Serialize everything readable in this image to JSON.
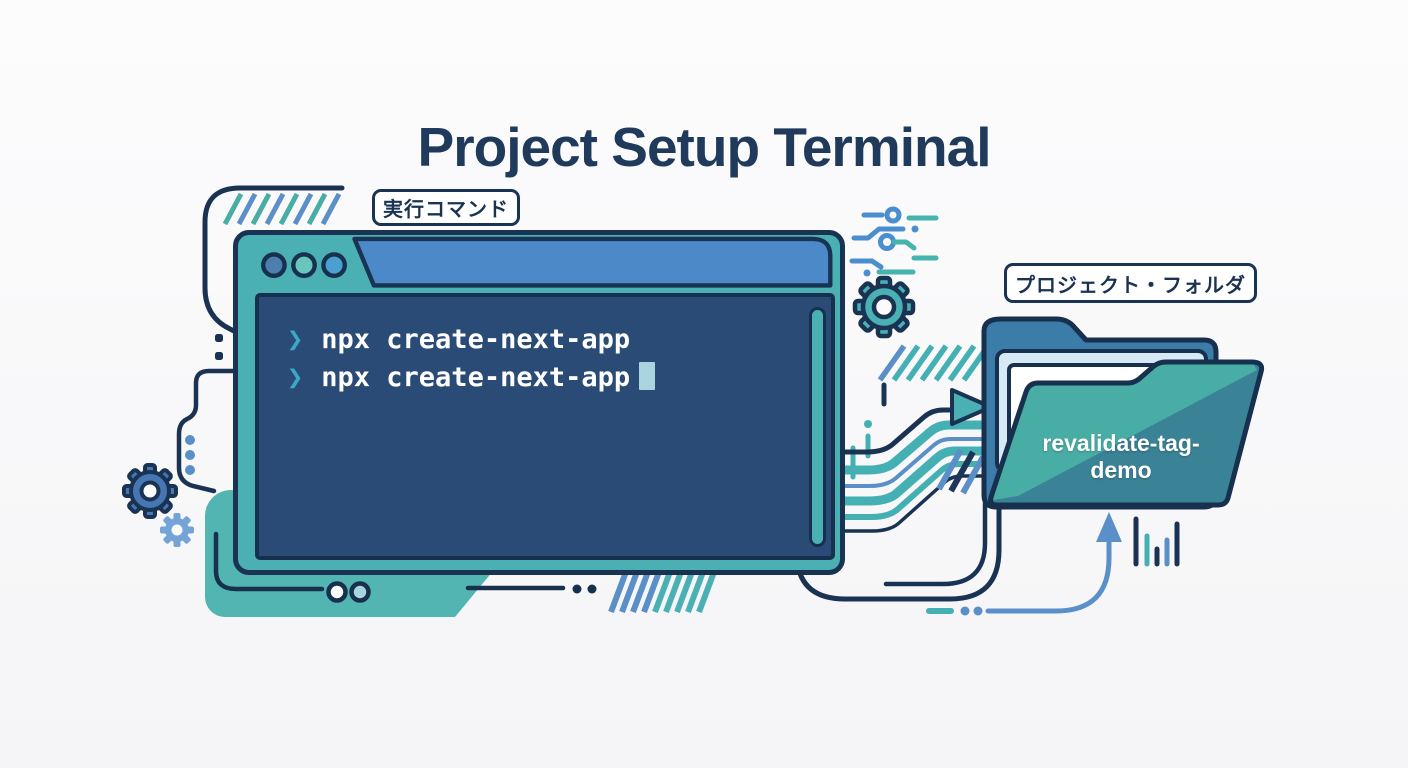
{
  "title": "Project Setup Terminal",
  "callouts": {
    "command_label": "実行コマンド",
    "folder_label": "プロジェクト・フォルダ"
  },
  "terminal": {
    "prompt": "❯",
    "lines": [
      "npx create-next-app",
      "npx create-next-app"
    ],
    "cursor_visible": true
  },
  "folder": {
    "name": "revalidate-tag-demo"
  },
  "icons": {
    "window_controls": "three-circle-window-buttons",
    "top_right": [
      "circuit-trace-icon",
      "gear-icon"
    ],
    "bottom_left": [
      "gear-icon",
      "gear-icon-small",
      "dot-column"
    ],
    "middle": [
      "arrow-right-icon",
      "hatch-lines",
      "mini-bars"
    ],
    "bottom_right": [
      "arrow-up-icon",
      "bar-chart-icon",
      "dash-dots"
    ]
  },
  "colors": {
    "navy_outline": "#1a3353",
    "title_text": "#203a5c",
    "teal": "#4bb0b4",
    "teal_backdrop": "#52b5b2",
    "titlebar_blue": "#4c89c8",
    "screen_navy": "#2b4b77",
    "steel_blue": "#5b8fc7",
    "folder_back_blue": "#3c7ca8",
    "folder_flap_light": "#48ada4",
    "folder_flap_dark": "#3a8295",
    "paper_light_blue": "#d6e9f4",
    "prompt_teal": "#3aa9c5",
    "cursor": "#a9d6de"
  }
}
